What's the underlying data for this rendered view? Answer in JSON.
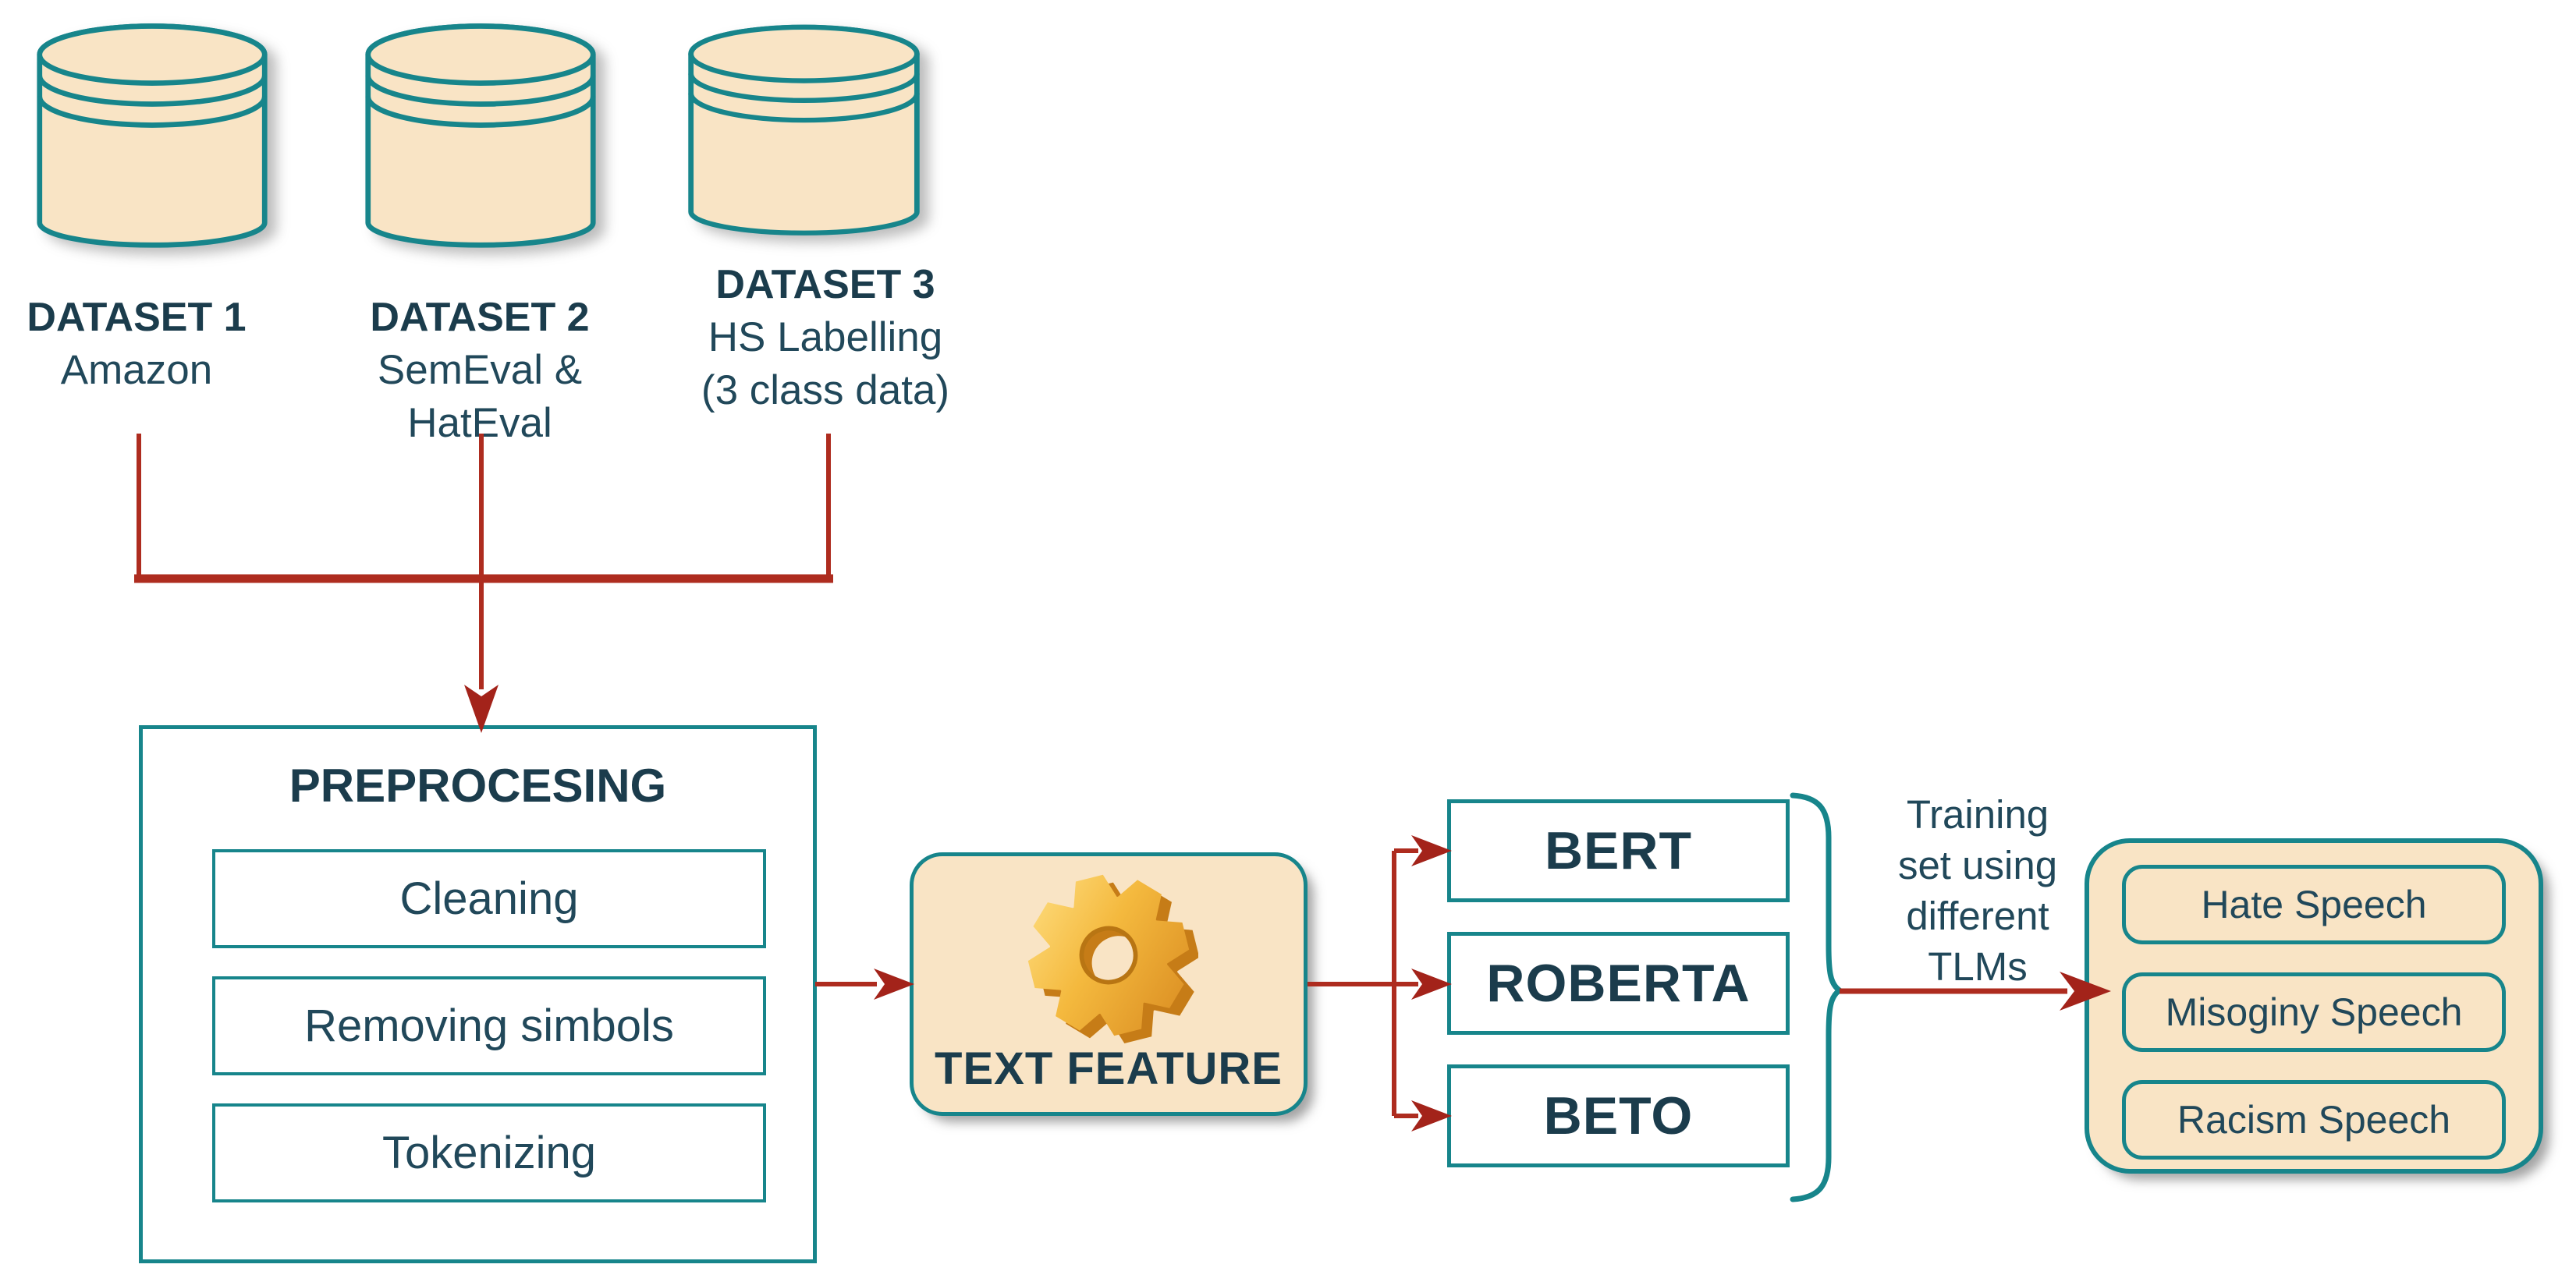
{
  "palette": {
    "teal_border": "#17858b",
    "red_arrow": "#ae2c1f",
    "dark_text": "#1b3c4c",
    "body_text": "#21485a",
    "cream_fill": "#f9e4c5",
    "white_fill": "#ffffff",
    "gear_gold": "#f0ae35"
  },
  "datasets": [
    {
      "title": "DATASET 1",
      "subtitle": "Amazon",
      "icon": "database-icon"
    },
    {
      "title": "DATASET 2",
      "subtitle": "SemEval & HatEval",
      "icon": "database-icon"
    },
    {
      "title": "DATASET 3",
      "subtitle": "HS Labelling",
      "subtitle2": "(3 class data)",
      "icon": "database-icon"
    }
  ],
  "preprocessing": {
    "title": "PREPROCESING",
    "steps": [
      "Cleaning",
      "Removing simbols",
      "Tokenizing"
    ]
  },
  "text_feature": {
    "label": "TEXT FEATURE",
    "icon": "gear-icon"
  },
  "models": [
    "BERT",
    "ROBERTA",
    "BETO"
  ],
  "training_note": {
    "lines": [
      "Training",
      "set using",
      "different",
      "TLMs"
    ]
  },
  "speech_outputs": [
    "Hate Speech",
    "Misoginy Speech",
    "Racism Speech"
  ]
}
